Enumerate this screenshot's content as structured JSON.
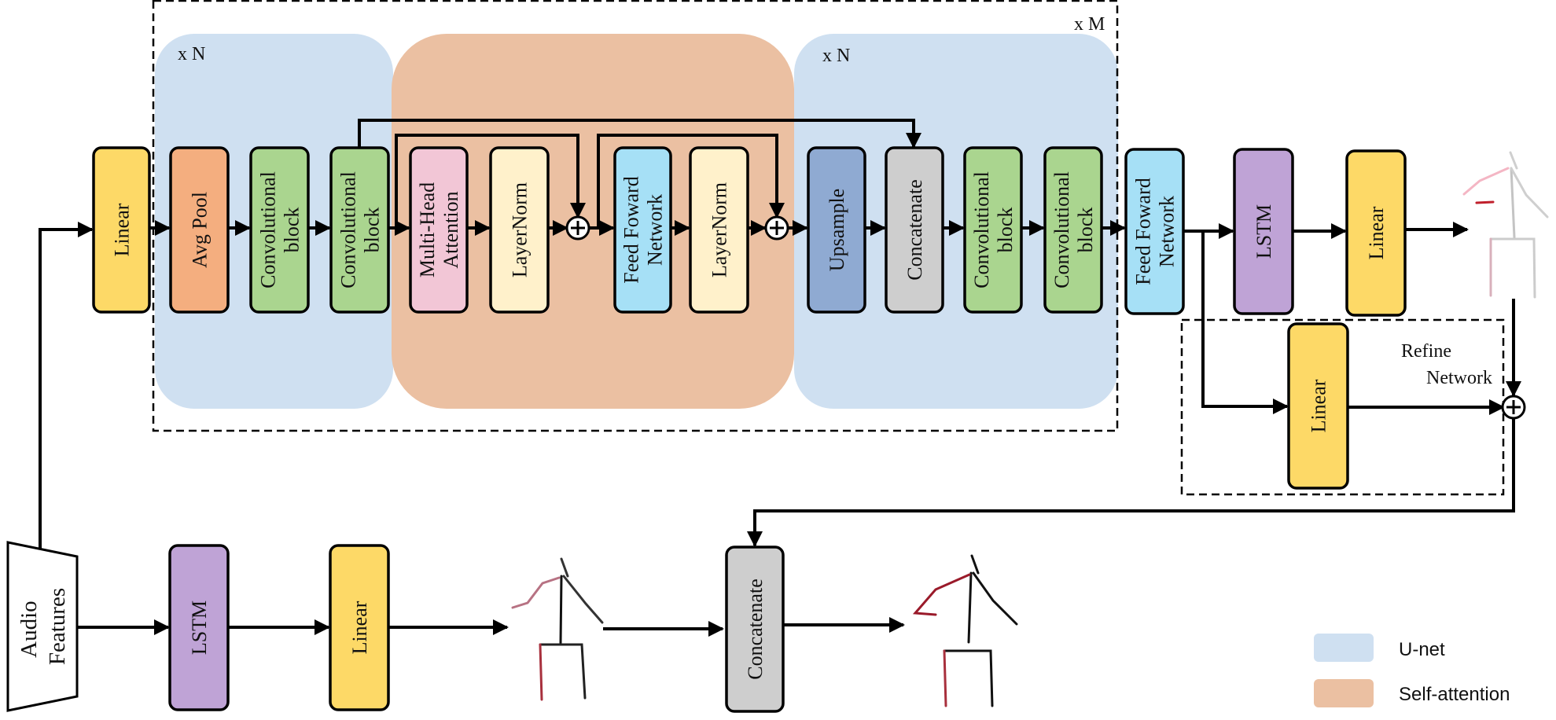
{
  "colors": {
    "linear": "#FDD967",
    "avgpool": "#F4AE7F",
    "conv": "#AAD58F",
    "attention": "#F2C6D6",
    "layernorm": "#FFF1CB",
    "ffn": "#A6E0F6",
    "upsample": "#8FAAD2",
    "concat": "#CECECE",
    "lstm": "#BFA3D6",
    "unet_region": "#CFE0F1",
    "selfattn_region": "#EBC0A2"
  },
  "repeat_labels": {
    "unet_left": "x N",
    "unet_right": "x N",
    "outer": "x M"
  },
  "blocks": {
    "linear_in": [
      "Linear"
    ],
    "avg_pool": [
      "Avg Pool"
    ],
    "conv1": [
      "Convolutional",
      "block"
    ],
    "conv2": [
      "Convolutional",
      "block"
    ],
    "mha": [
      "Multi-Head",
      "Attention"
    ],
    "layernorm1": [
      "LayerNorm"
    ],
    "ffn_inner": [
      "Feed Foward",
      "Network"
    ],
    "layernorm2": [
      "LayerNorm"
    ],
    "upsample": [
      "Upsample"
    ],
    "concat_top": [
      "Concatenate"
    ],
    "conv3": [
      "Convolutional",
      "block"
    ],
    "conv4": [
      "Convolutional",
      "block"
    ],
    "ffn_out": [
      "Feed Foward",
      "Network"
    ],
    "lstm_top": [
      "LSTM"
    ],
    "linear_top": [
      "Linear"
    ],
    "linear_refine": [
      "Linear"
    ],
    "audio": [
      "Audio",
      "Features"
    ],
    "lstm_bottom": [
      "LSTM"
    ],
    "linear_bottom": [
      "Linear"
    ],
    "concat_bottom": [
      "Concatenate"
    ]
  },
  "refine_label": [
    "Refine",
    "Network"
  ],
  "legend": [
    {
      "label": "U-net",
      "color": "#CFE0F1"
    },
    {
      "label": "Self-attention",
      "color": "#EBC0A2"
    }
  ]
}
